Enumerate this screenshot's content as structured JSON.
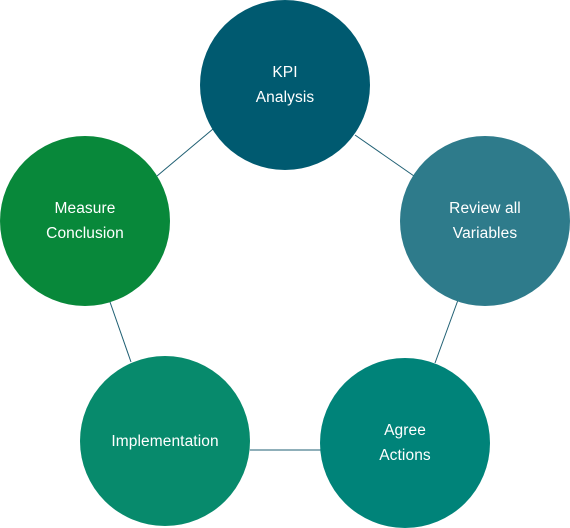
{
  "diagram": {
    "type": "cycle",
    "connector_color": "#1f5f73",
    "nodes": [
      {
        "id": "kpi",
        "label": "KPI\nAnalysis",
        "color": "#005a70"
      },
      {
        "id": "review",
        "label": "Review all\nVariables",
        "color": "#2e7b8b"
      },
      {
        "id": "agree",
        "label": "Agree\nActions",
        "color": "#008379"
      },
      {
        "id": "impl",
        "label": "Implementation",
        "color": "#078a6c"
      },
      {
        "id": "measure",
        "label": "Measure\nConclusion",
        "color": "#08883a"
      }
    ]
  }
}
